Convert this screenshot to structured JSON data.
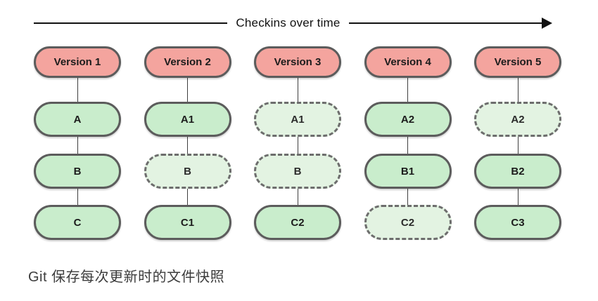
{
  "diagram": {
    "timeline": {
      "label": "Checkins over time",
      "arrow_direction": "right",
      "arrow_icon": "arrow-right-icon"
    },
    "colors": {
      "version_fill": "#f4a49e",
      "snapshot_fill": "#c9edcc",
      "unchanged_fill": "#e3f3e2",
      "border": "#5c5c5c",
      "dashed_border": "#6d6d6d",
      "background": "#ffffff",
      "text": "#1c1c1c"
    },
    "columns": [
      {
        "version_label": "Version 1",
        "files": [
          {
            "label": "A",
            "state": "changed"
          },
          {
            "label": "B",
            "state": "changed"
          },
          {
            "label": "C",
            "state": "changed"
          }
        ]
      },
      {
        "version_label": "Version 2",
        "files": [
          {
            "label": "A1",
            "state": "changed"
          },
          {
            "label": "B",
            "state": "unchanged"
          },
          {
            "label": "C1",
            "state": "changed"
          }
        ]
      },
      {
        "version_label": "Version 3",
        "files": [
          {
            "label": "A1",
            "state": "unchanged"
          },
          {
            "label": "B",
            "state": "unchanged"
          },
          {
            "label": "C2",
            "state": "changed"
          }
        ]
      },
      {
        "version_label": "Version 4",
        "files": [
          {
            "label": "A2",
            "state": "changed"
          },
          {
            "label": "B1",
            "state": "changed"
          },
          {
            "label": "C2",
            "state": "unchanged"
          }
        ]
      },
      {
        "version_label": "Version 5",
        "files": [
          {
            "label": "A2",
            "state": "unchanged"
          },
          {
            "label": "B2",
            "state": "changed"
          },
          {
            "label": "C3",
            "state": "changed"
          }
        ]
      }
    ]
  },
  "caption": {
    "text": "Git 保存每次更新时的文件快照"
  }
}
